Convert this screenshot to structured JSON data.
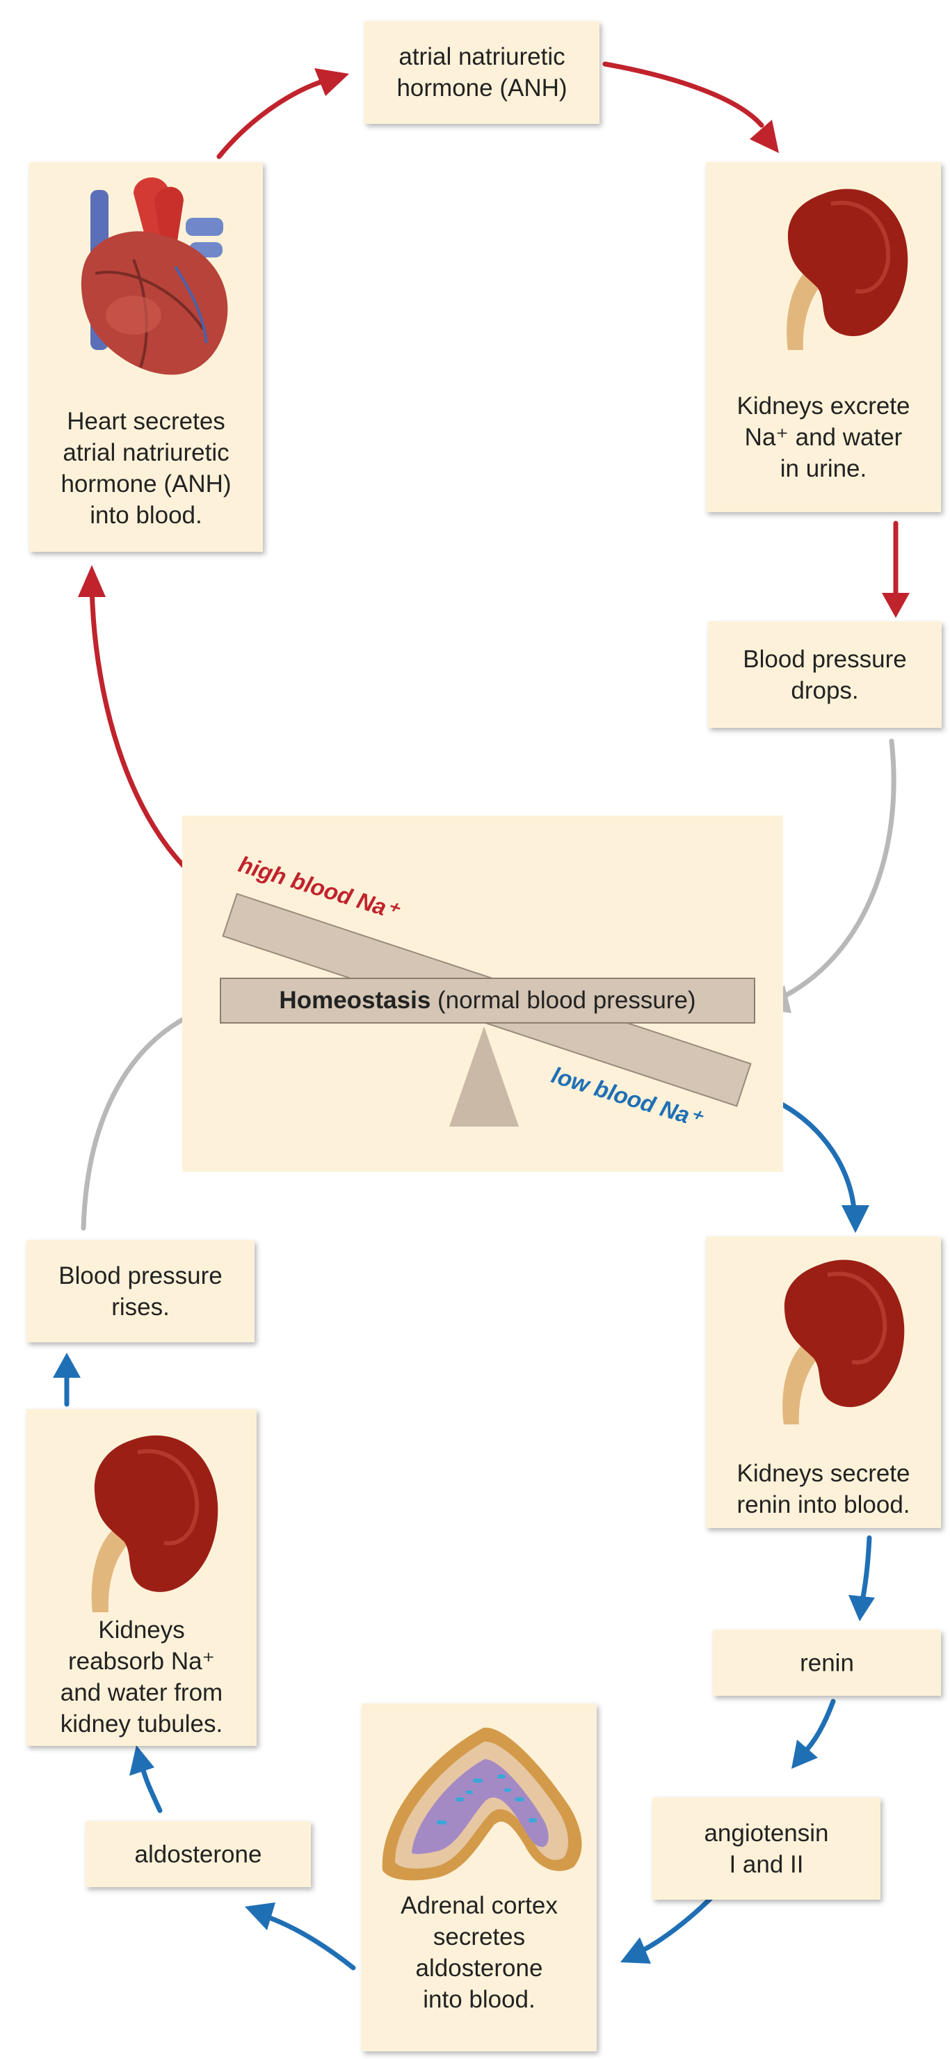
{
  "labels": {
    "anh": "atrial natriuretic\nhormone (ANH)",
    "heart": "Heart secretes\natrial natriuretic\nhormone (ANH)\ninto blood.",
    "kidney_excrete": "Kidneys excrete\nNa⁺ and water\nin urine.",
    "bp_drops": "Blood pressure\ndrops.",
    "high_na": "high blood Na⁺",
    "homeostasis_bold": "Homeostasis",
    "homeostasis_rest": " (normal blood pressure)",
    "low_na": "low blood Na⁺",
    "bp_rises": "Blood pressure\nrises.",
    "kidney_secrete": "Kidneys secrete\nrenin into blood.",
    "kidney_reabsorb": "Kidneys\nreabsorb Na⁺\nand water from\nkidney tubules.",
    "renin": "renin",
    "angiotensin": "angiotensin\nI and II",
    "aldosterone": "aldosterone",
    "adrenal": "Adrenal cortex\nsecretes\naldosterone\ninto blood."
  },
  "colors": {
    "red_path": "#c0232c",
    "blue_path": "#1f6fb5",
    "gray_path": "#b8b8b8",
    "box_fill": "#fdf2d9",
    "high_text": "#c0232c",
    "low_text": "#1f6fb5"
  },
  "icons": [
    "heart-illustration",
    "kidney-illustration",
    "adrenal-cortex-illustration"
  ]
}
